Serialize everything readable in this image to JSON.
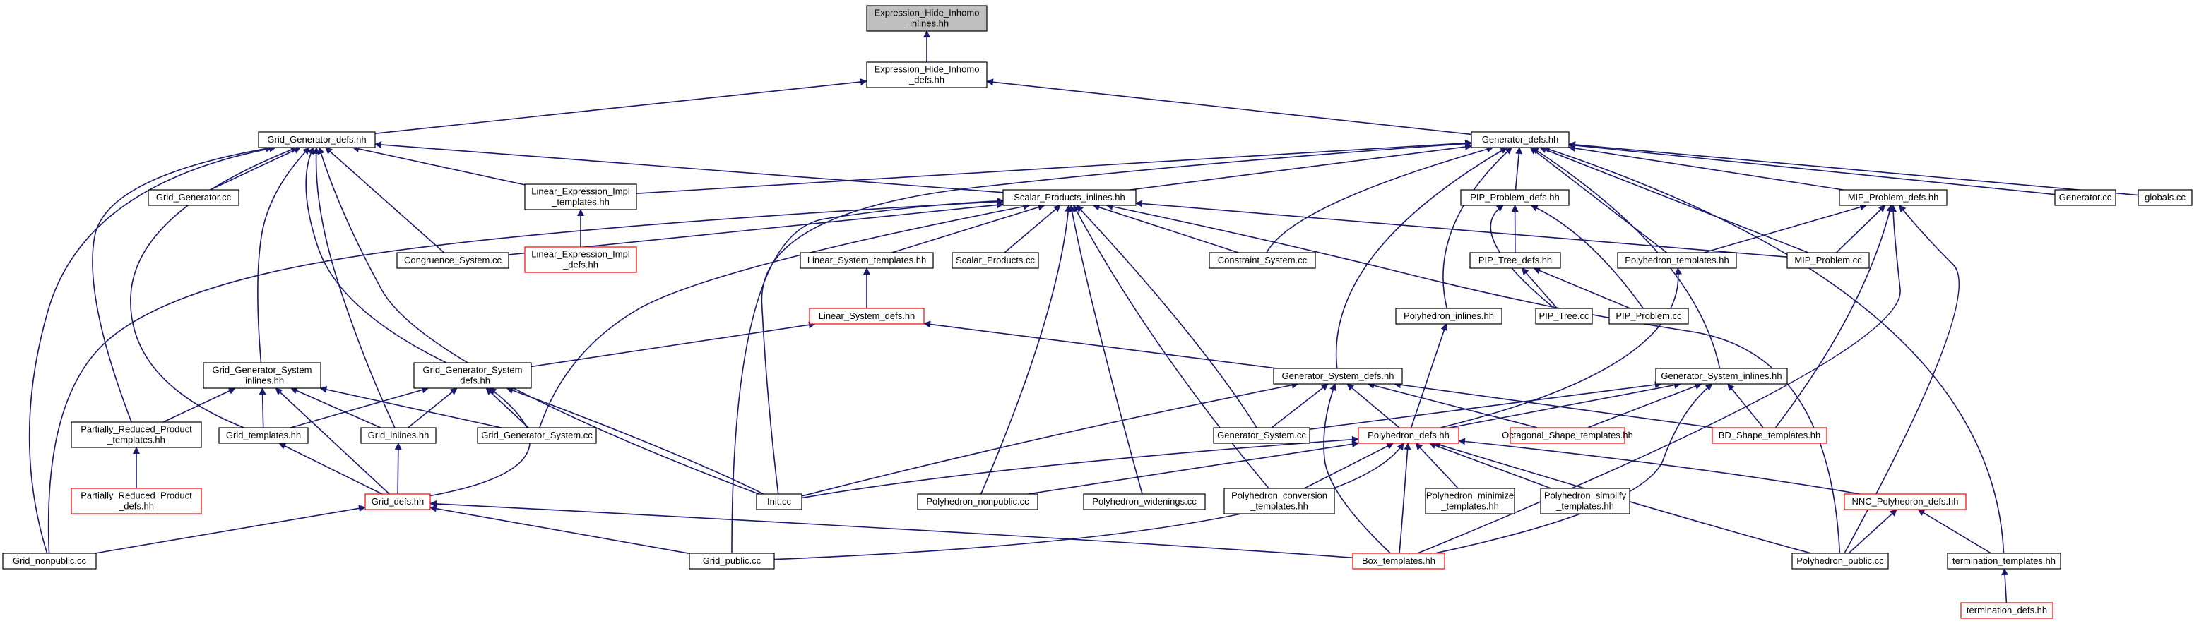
{
  "diagram": {
    "type": "include-dependency-graph",
    "colors": {
      "edge": "#191970",
      "node_border": "#000000",
      "truncated_border": "#ff0000",
      "root_fill": "#bfbfbf"
    },
    "nodes": [
      {
        "id": "n0",
        "lines": [
          "Expression_Hide_Inhomo",
          "_inlines.hh"
        ],
        "style": "root"
      },
      {
        "id": "n1",
        "lines": [
          "Expression_Hide_Inhomo",
          "_defs.hh"
        ]
      },
      {
        "id": "n2",
        "lines": [
          "Grid_Generator_defs.hh"
        ]
      },
      {
        "id": "n3",
        "lines": [
          "Generator_defs.hh"
        ]
      },
      {
        "id": "n4",
        "lines": [
          "Grid_Generator.cc"
        ]
      },
      {
        "id": "n5",
        "lines": [
          "Linear_Expression_Impl",
          "_templates.hh"
        ]
      },
      {
        "id": "n6",
        "lines": [
          "Scalar_Products_inlines.hh"
        ]
      },
      {
        "id": "n7",
        "lines": [
          "PIP_Problem_defs.hh"
        ]
      },
      {
        "id": "n8",
        "lines": [
          "MIP_Problem_defs.hh"
        ]
      },
      {
        "id": "n9",
        "lines": [
          "Generator.cc"
        ]
      },
      {
        "id": "n10",
        "lines": [
          "globals.cc"
        ]
      },
      {
        "id": "n11",
        "lines": [
          "Congruence_System.cc"
        ]
      },
      {
        "id": "n12",
        "lines": [
          "Linear_Expression_Impl",
          "_defs.hh"
        ],
        "style": "truncated"
      },
      {
        "id": "n13",
        "lines": [
          "Linear_System_templates.hh"
        ]
      },
      {
        "id": "n14",
        "lines": [
          "Scalar_Products.cc"
        ]
      },
      {
        "id": "n15",
        "lines": [
          "Constraint_System.cc"
        ]
      },
      {
        "id": "n16",
        "lines": [
          "PIP_Tree_defs.hh"
        ]
      },
      {
        "id": "n17",
        "lines": [
          "Polyhedron_templates.hh"
        ]
      },
      {
        "id": "n18",
        "lines": [
          "MIP_Problem.cc"
        ]
      },
      {
        "id": "n19",
        "lines": [
          "Linear_System_defs.hh"
        ],
        "style": "truncated"
      },
      {
        "id": "n20",
        "lines": [
          "Polyhedron_inlines.hh"
        ]
      },
      {
        "id": "n21",
        "lines": [
          "PIP_Tree.cc"
        ]
      },
      {
        "id": "n22",
        "lines": [
          "PIP_Problem.cc"
        ]
      },
      {
        "id": "n23",
        "lines": [
          "Grid_Generator_System",
          "_inlines.hh"
        ]
      },
      {
        "id": "n24",
        "lines": [
          "Grid_Generator_System",
          "_defs.hh"
        ]
      },
      {
        "id": "n25",
        "lines": [
          "Generator_System_defs.hh"
        ]
      },
      {
        "id": "n26",
        "lines": [
          "Generator_System_inlines.hh"
        ]
      },
      {
        "id": "n27",
        "lines": [
          "Partially_Reduced_Product",
          "_templates.hh"
        ]
      },
      {
        "id": "n28",
        "lines": [
          "Grid_templates.hh"
        ]
      },
      {
        "id": "n29",
        "lines": [
          "Grid_inlines.hh"
        ]
      },
      {
        "id": "n30",
        "lines": [
          "Grid_Generator_System.cc"
        ]
      },
      {
        "id": "n31",
        "lines": [
          "Generator_System.cc"
        ]
      },
      {
        "id": "n32",
        "lines": [
          "Polyhedron_defs.hh"
        ],
        "style": "truncated"
      },
      {
        "id": "n33",
        "lines": [
          "Octagonal_Shape_templates.hh"
        ],
        "style": "truncated"
      },
      {
        "id": "n34",
        "lines": [
          "BD_Shape_templates.hh"
        ],
        "style": "truncated"
      },
      {
        "id": "n35",
        "lines": [
          "Partially_Reduced_Product",
          "_defs.hh"
        ],
        "style": "truncated"
      },
      {
        "id": "n36",
        "lines": [
          "Grid_defs.hh"
        ],
        "style": "truncated"
      },
      {
        "id": "n37",
        "lines": [
          "Init.cc"
        ]
      },
      {
        "id": "n38",
        "lines": [
          "Polyhedron_nonpublic.cc"
        ]
      },
      {
        "id": "n39",
        "lines": [
          "Polyhedron_widenings.cc"
        ]
      },
      {
        "id": "n40",
        "lines": [
          "Polyhedron_conversion",
          "_templates.hh"
        ]
      },
      {
        "id": "n41",
        "lines": [
          "Polyhedron_minimize",
          "_templates.hh"
        ]
      },
      {
        "id": "n42",
        "lines": [
          "Polyhedron_simplify",
          "_templates.hh"
        ]
      },
      {
        "id": "n43",
        "lines": [
          "NNC_Polyhedron_defs.hh"
        ],
        "style": "truncated"
      },
      {
        "id": "n44",
        "lines": [
          "Grid_nonpublic.cc"
        ]
      },
      {
        "id": "n45",
        "lines": [
          "Grid_public.cc"
        ]
      },
      {
        "id": "n46",
        "lines": [
          "Box_templates.hh"
        ],
        "style": "truncated"
      },
      {
        "id": "n47",
        "lines": [
          "Polyhedron_public.cc"
        ]
      },
      {
        "id": "n48",
        "lines": [
          "termination_templates.hh"
        ]
      },
      {
        "id": "n49",
        "lines": [
          "termination_defs.hh"
        ],
        "style": "truncated"
      }
    ],
    "edges": [
      [
        "n1",
        "n0"
      ],
      [
        "n2",
        "n1"
      ],
      [
        "n3",
        "n1"
      ],
      [
        "n4",
        "n2"
      ],
      [
        "n5",
        "n2"
      ],
      [
        "n6",
        "n2"
      ],
      [
        "n11",
        "n2"
      ],
      [
        "n23",
        "n2"
      ],
      [
        "n24",
        "n2"
      ],
      [
        "n27",
        "n2"
      ],
      [
        "n28",
        "n2"
      ],
      [
        "n29",
        "n2"
      ],
      [
        "n37",
        "n2"
      ],
      [
        "n44",
        "n2"
      ],
      [
        "n5",
        "n3"
      ],
      [
        "n6",
        "n3"
      ],
      [
        "n7",
        "n3"
      ],
      [
        "n8",
        "n3"
      ],
      [
        "n9",
        "n3"
      ],
      [
        "n10",
        "n3"
      ],
      [
        "n15",
        "n3"
      ],
      [
        "n17",
        "n3"
      ],
      [
        "n18",
        "n3"
      ],
      [
        "n20",
        "n3"
      ],
      [
        "n25",
        "n3"
      ],
      [
        "n26",
        "n3"
      ],
      [
        "n37",
        "n3"
      ],
      [
        "n48",
        "n3"
      ],
      [
        "n12",
        "n5"
      ],
      [
        "n11",
        "n6"
      ],
      [
        "n13",
        "n6"
      ],
      [
        "n14",
        "n6"
      ],
      [
        "n15",
        "n6"
      ],
      [
        "n18",
        "n6"
      ],
      [
        "n30",
        "n6"
      ],
      [
        "n31",
        "n6"
      ],
      [
        "n38",
        "n6"
      ],
      [
        "n39",
        "n6"
      ],
      [
        "n40",
        "n6"
      ],
      [
        "n44",
        "n6"
      ],
      [
        "n45",
        "n6"
      ],
      [
        "n47",
        "n6"
      ],
      [
        "n16",
        "n7"
      ],
      [
        "n21",
        "n7"
      ],
      [
        "n22",
        "n7"
      ],
      [
        "n17",
        "n8"
      ],
      [
        "n18",
        "n8"
      ],
      [
        "n34",
        "n8"
      ],
      [
        "n46",
        "n8"
      ],
      [
        "n47",
        "n8"
      ],
      [
        "n19",
        "n13"
      ],
      [
        "n21",
        "n16"
      ],
      [
        "n22",
        "n16"
      ],
      [
        "n32",
        "n17"
      ],
      [
        "n24",
        "n19"
      ],
      [
        "n25",
        "n19"
      ],
      [
        "n32",
        "n20"
      ],
      [
        "n27",
        "n23"
      ],
      [
        "n28",
        "n23"
      ],
      [
        "n29",
        "n23"
      ],
      [
        "n30",
        "n23"
      ],
      [
        "n36",
        "n23"
      ],
      [
        "n28",
        "n24"
      ],
      [
        "n29",
        "n24"
      ],
      [
        "n30",
        "n24"
      ],
      [
        "n36",
        "n24"
      ],
      [
        "n37",
        "n24"
      ],
      [
        "n31",
        "n25"
      ],
      [
        "n32",
        "n25"
      ],
      [
        "n33",
        "n25"
      ],
      [
        "n34",
        "n25"
      ],
      [
        "n37",
        "n25"
      ],
      [
        "n46",
        "n25"
      ],
      [
        "n31",
        "n26"
      ],
      [
        "n32",
        "n26"
      ],
      [
        "n33",
        "n26"
      ],
      [
        "n34",
        "n26"
      ],
      [
        "n46",
        "n26"
      ],
      [
        "n35",
        "n27"
      ],
      [
        "n36",
        "n28"
      ],
      [
        "n36",
        "n29"
      ],
      [
        "n37",
        "n32"
      ],
      [
        "n38",
        "n32"
      ],
      [
        "n40",
        "n32"
      ],
      [
        "n41",
        "n32"
      ],
      [
        "n42",
        "n32"
      ],
      [
        "n43",
        "n32"
      ],
      [
        "n45",
        "n32"
      ],
      [
        "n46",
        "n32"
      ],
      [
        "n47",
        "n32"
      ],
      [
        "n44",
        "n36"
      ],
      [
        "n45",
        "n36"
      ],
      [
        "n46",
        "n36"
      ],
      [
        "n47",
        "n43"
      ],
      [
        "n48",
        "n43"
      ],
      [
        "n49",
        "n48"
      ]
    ]
  }
}
